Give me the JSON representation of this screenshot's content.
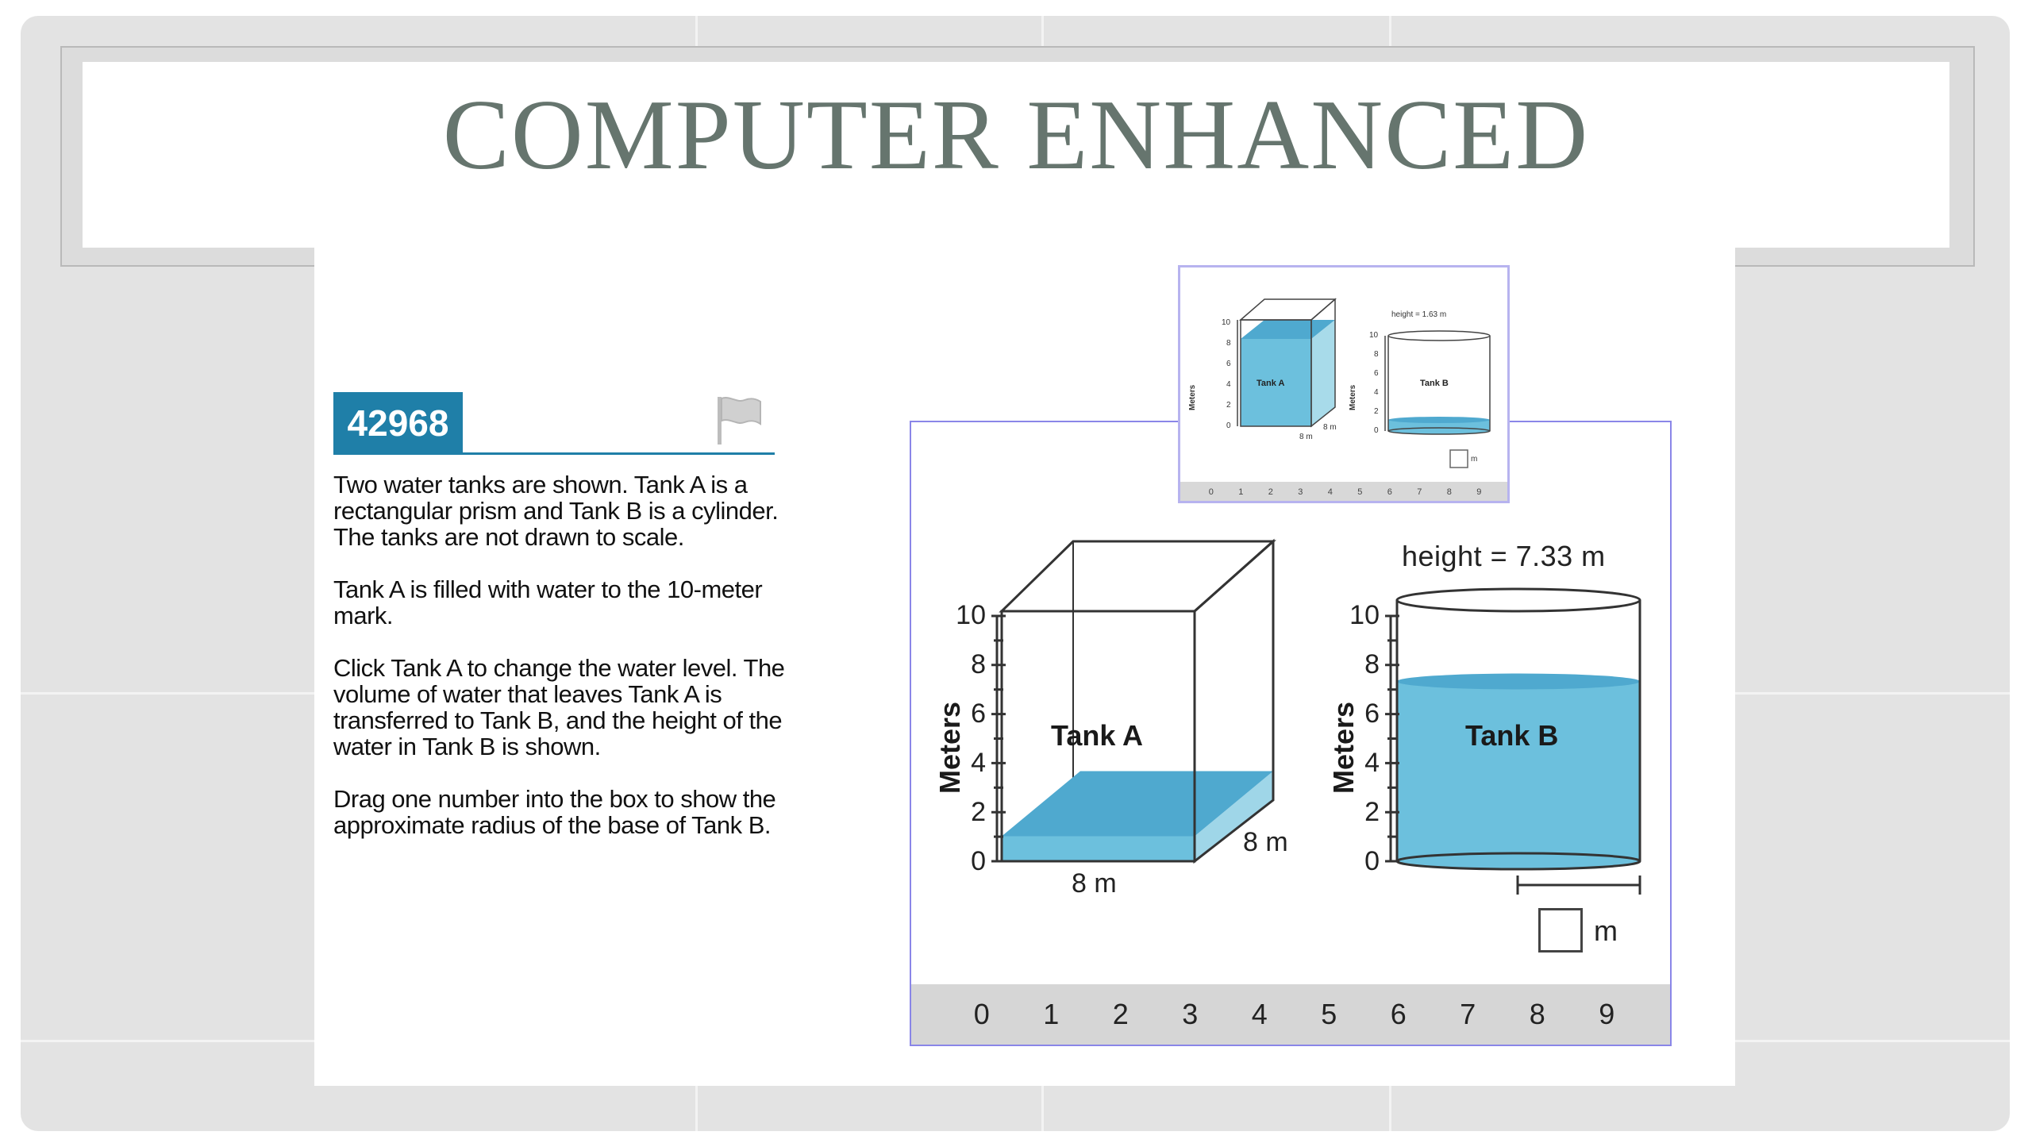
{
  "slide": {
    "title": "COMPUTER ENHANCED"
  },
  "question": {
    "number": "42968",
    "paragraphs": [
      "Two water tanks are shown. Tank A is a rectangular prism and Tank B is a cylinder. The tanks are not drawn to scale.",
      "Tank A is filled with water to the 10-meter mark.",
      "Click Tank A to change the water level. The volume of water that leaves Tank A is transferred to Tank B, and the height of the water in Tank B is shown.",
      "Drag one number into the box to show the approximate radius of the base of Tank B."
    ]
  },
  "tank_a": {
    "label": "Tank A",
    "axis_title": "Meters",
    "ticks": [
      "0",
      "2",
      "4",
      "6",
      "8",
      "10"
    ],
    "width_label": "8 m",
    "depth_label": "8 m",
    "water_level_m": 1
  },
  "tank_b": {
    "label": "Tank B",
    "axis_title": "Meters",
    "ticks": [
      "0",
      "2",
      "4",
      "6",
      "8",
      "10"
    ],
    "height_label": "height  =  7.33 m",
    "water_level_m": 7.33
  },
  "answer": {
    "unit": "m",
    "value": ""
  },
  "number_tiles": [
    "0",
    "1",
    "2",
    "3",
    "4",
    "5",
    "6",
    "7",
    "8",
    "9"
  ],
  "thumbnail": {
    "height_label": "height = 1.63 m",
    "tank_a_label": "Tank A",
    "tank_b_label": "Tank B",
    "axis_title": "Meters",
    "ticks": [
      "0",
      "2",
      "4",
      "6",
      "8",
      "10"
    ],
    "dim_label": "8 m",
    "unit": "m",
    "number_tiles": [
      "0",
      "1",
      "2",
      "3",
      "4",
      "5",
      "6",
      "7",
      "8",
      "9"
    ]
  },
  "colors": {
    "water": "#6cc0dd",
    "water_top": "#4fa9cf",
    "accent": "#1f7fa8",
    "panel_border": "#8a86e8",
    "title_text": "#66756e"
  }
}
